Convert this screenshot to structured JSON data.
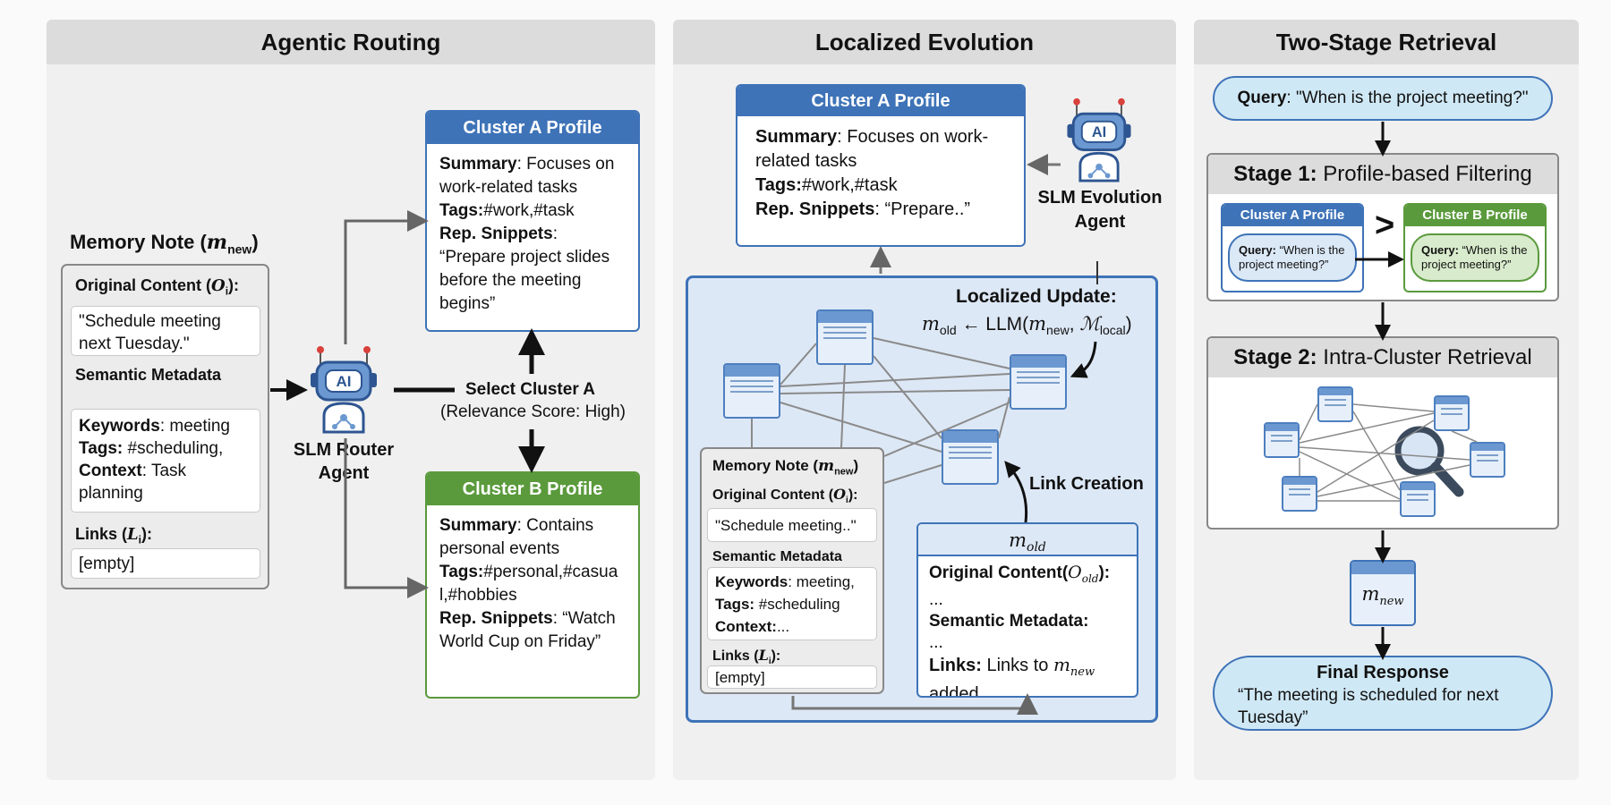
{
  "panels": {
    "routing": {
      "title": "Agentic Routing"
    },
    "evolution": {
      "title": "Localized Evolution"
    },
    "retrieval": {
      "title": "Two-Stage Retrieval"
    }
  },
  "memory_note": {
    "title": "Memory Note (",
    "title_math": "m",
    "title_sub": "new",
    "title_close": ")",
    "original_label": "Original Content (",
    "original_math": "O",
    "original_sub": "i",
    "original_close": "):",
    "original_value": "\"Schedule meeting next Tuesday.\"",
    "semantic_label": "Semantic Metadata",
    "keywords_label": "Keywords",
    "keywords_value": ": meeting",
    "tags_label": "Tags:",
    "tags_value": " #scheduling,",
    "context_label": "Context",
    "context_value": ": Task planning",
    "links_label": "Links (",
    "links_math": "L",
    "links_sub": "i",
    "links_close": "):",
    "links_value": "[empty]"
  },
  "router": {
    "ai_label": "AI",
    "name": "SLM Router Agent"
  },
  "select": {
    "label": "Select Cluster A",
    "sub": "(Relevance Score: High)"
  },
  "cluster_a": {
    "title": "Cluster A Profile",
    "summary_label": "Summary",
    "summary_value": ": Focuses on work-related tasks",
    "tags_label": "Tags:",
    "tags_value": "#work,#task",
    "snippets_label": "Rep. Snippets",
    "snippets_value": ": “Prepare project slides before the meeting begins”"
  },
  "cluster_b": {
    "title": "Cluster B Profile",
    "summary_label": "Summary",
    "summary_value": ": Contains personal events",
    "tags_label": "Tags:",
    "tags_value": "#personal,#casual,#hobbies",
    "snippets_label": "Rep. Snippets",
    "snippets_value": ": “Watch World Cup on Friday”"
  },
  "evolution": {
    "cluster_a": {
      "title": "Cluster A Profile",
      "summary_label": "Summary",
      "summary_value": ": Focuses on work-related tasks",
      "tags_label": "Tags:",
      "tags_value": "#work,#task",
      "snippets_label": "Rep. Snippets",
      "snippets_value": ": “Prepare..”"
    },
    "agent": {
      "ai_label": "AI",
      "name": "SLM Evolution Agent"
    },
    "update": {
      "title": "Localized Update:",
      "lhs": "m",
      "lhs_sub": "old",
      "arrow": " ← LLM(",
      "arg1": "m",
      "arg1_sub": "new",
      "sep": ", ",
      "arg2": "ℳ",
      "arg2_sub": "local",
      "close": ")"
    },
    "link_creation": "Link Creation",
    "memory_note": {
      "title": "Memory Note (",
      "title_math": "m",
      "title_sub": "new",
      "title_close": ")",
      "original_label": "Original Content (",
      "original_math": "O",
      "original_sub": "i",
      "original_close": "):",
      "original_value": "\"Schedule meeting..\"",
      "semantic_label": "Semantic Metadata",
      "keywords_label": "Keywords",
      "keywords_value": ": meeting,",
      "tags_label": "Tags:",
      "tags_value": " #scheduling",
      "context_label": "Context:",
      "context_value": "...",
      "links_label": "Links (",
      "links_math": "L",
      "links_sub": "i",
      "links_close": "):",
      "links_value": "[empty]"
    },
    "m_old": {
      "title": "m",
      "title_sub": "old",
      "original_label": "Original Content(",
      "original_math": "O",
      "original_sub": "old",
      "original_close": "):",
      "original_value": "...",
      "semantic_label": "Semantic Metadata:",
      "semantic_value": "...",
      "links_label": "Links:",
      "links_value": " Links to ",
      "links_math": "m",
      "links_sub": "new",
      "links_tail": "added."
    }
  },
  "retrieval": {
    "query_label": "Query",
    "query_value": ": \"When is the project meeting?\"",
    "stage1_bold": "Stage 1:",
    "stage1_rest": " Profile-based Filtering",
    "stage1_a_title": "Cluster A Profile",
    "stage1_b_title": "Cluster B Profile",
    "stage1_query_label": "Query:",
    "stage1_query_value": " “When is the project meeting?”",
    "compare": ">",
    "stage2_bold": "Stage 2:",
    "stage2_rest": " Intra-Cluster Retrieval",
    "m_new": "m",
    "m_new_sub": "new",
    "final_title": "Final Response",
    "final_value": "“The meeting is scheduled for next Tuesday”"
  },
  "colors": {
    "blue": "#3e73b8",
    "green": "#5a9a3c",
    "light_blue_fill": "#dde8f6",
    "pill_fill": "#cfe8f5"
  }
}
